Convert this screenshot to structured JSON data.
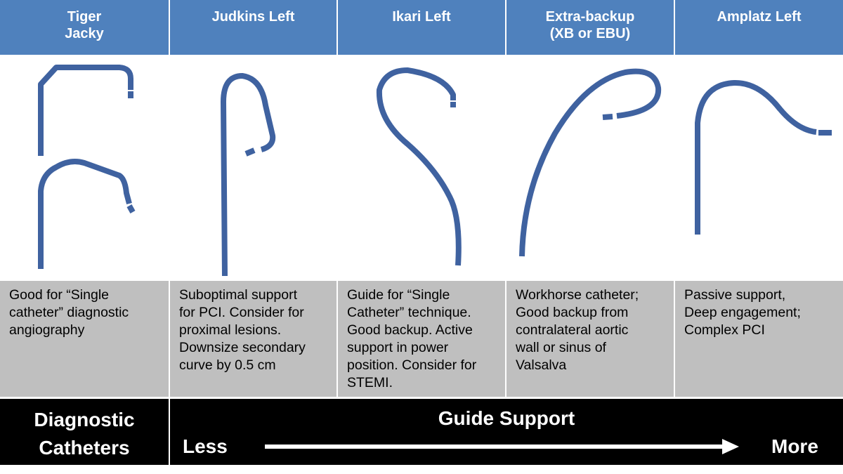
{
  "columns": [
    {
      "header": "Tiger\nJacky",
      "description": "Good for “Single\ncatheter” diagnostic\nangiography",
      "icon": "tiger-jacky-catheter-icon"
    },
    {
      "header": "Judkins Left",
      "description": "Suboptimal support\nfor PCI. Consider for\nproximal lesions.\nDownsize secondary\ncurve by 0.5 cm",
      "icon": "judkins-left-catheter-icon"
    },
    {
      "header": "Ikari Left",
      "description": "Guide for “Single\nCatheter” technique.\nGood backup. Active\nsupport in power\nposition. Consider for\nSTEMI.",
      "icon": "ikari-left-catheter-icon"
    },
    {
      "header": "Extra-backup\n(XB or EBU)",
      "description": "Workhorse catheter;\nGood backup from\ncontralateral aortic\nwall or sinus of\nValsalva",
      "icon": "extra-backup-catheter-icon"
    },
    {
      "header": "Amplatz Left",
      "description": "Passive support,\nDeep engagement;\nComplex PCI",
      "icon": "amplatz-left-catheter-icon"
    }
  ],
  "footer": {
    "diagnostic_label": "Diagnostic\nCatheters",
    "guide_label": "Guide Support",
    "less_label": "Less",
    "more_label": "More"
  },
  "colors": {
    "header_bg": "#4f81bd",
    "catheter": "#3f62a0",
    "description_bg": "#bfbfbf",
    "footer_bg": "#000000"
  }
}
